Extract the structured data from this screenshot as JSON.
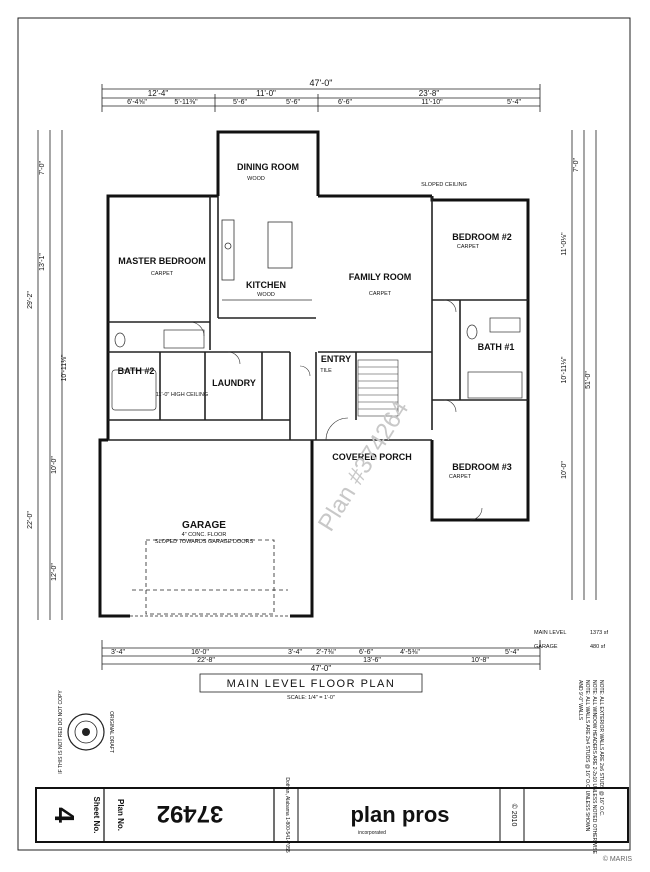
{
  "plan": {
    "title": "MAIN LEVEL FLOOR PLAN",
    "scale": "SCALE: 1/4\" = 1'-0\"",
    "overall_width": "47'-0\"",
    "overall_depth": "51'-0\"",
    "rooms": {
      "dining": "DINING ROOM",
      "kitchen": "KITCHEN",
      "family": "FAMILY ROOM",
      "master": "MASTER BEDROOM",
      "bedroom2": "BEDROOM #2",
      "bedroom3": "BEDROOM #3",
      "bath2": "BATH #2",
      "bath1": "BATH #1",
      "laundry": "LAUNDRY",
      "entry": "ENTRY",
      "porch": "COVERED PORCH",
      "garage": "GARAGE"
    },
    "notes": {
      "carpet": "CARPET",
      "tile": "TILE",
      "wood": "WOOD",
      "garage_floor": "4\" CONC. FLOOR",
      "garage_slope": "SLOPED TOWARDS GARAGE DOORS",
      "sloped_ceiling": "SLOPED CEILING",
      "high_ceiling": "11'-0\" HIGH CEILING",
      "main_level": "MAIN LEVEL",
      "main_level_value": "1373 sf",
      "garage_label": "GARAGE",
      "garage_value": "480 sf"
    },
    "top_dims": [
      "12'-4\"",
      "11'-0\"",
      "23'-8\""
    ],
    "sub_dims": [
      "6'-4⅝\"",
      "5'-11⅜\"",
      "5'-6\"",
      "5'-6\"",
      "6'-6\"",
      "11'-10\"",
      "5'-4\""
    ],
    "bottom_dims": [
      "3'-4\"",
      "16'-0\"",
      "3'-4\"",
      "2'-7⅜\"",
      "6'-6\"",
      "4'-5⅜\"",
      "5'-4\""
    ],
    "bottom_dims2": [
      "22'-8\"",
      "13'-6\"",
      "10'-8\""
    ],
    "bottom_total": "47'-0\"",
    "left_dims": [
      "7'-0\"",
      "13'-1\"",
      "10'-11⅛\"",
      "10'-0\"",
      "12'-0\""
    ],
    "left_total": [
      "29'-2\"",
      "22'-0\""
    ],
    "right_dims": [
      "7'-0\"",
      "11'-0⅛\"",
      "10'-11⅛\"",
      "10'-0\""
    ],
    "right_total": "51'-0\""
  },
  "watermark": "Plan #374264",
  "title_block": {
    "sheet_label": "Sheet No.",
    "sheet_number": "4",
    "plan_label": "Plan No.",
    "plan_number": "37492",
    "company": "plan pros",
    "company_sub": "incorporated",
    "year": "© 2010",
    "stamp_text": "IF THIS IS NOT RED DO NOT COPY",
    "stamp_word": "ORIGINAL DRAFT",
    "contact": "Dothan, Alabama 1-800-541-7055"
  },
  "corner_credit": "© MARIS",
  "right_notes": [
    "NOTE: ALL EXTERIOR WALLS ARE 2x6 STUDS @ 16\" O.C.",
    "NOTE: ALL WINDOW HEADERS ARE 2-2x10 UNLESS NOTED OTHERWISE",
    "NOTE: ALL WALLS ARE 2x4 STUDS @ 16\" O.C. UNLESS SHOWN",
    "AND 9'-0\" WALLS"
  ]
}
